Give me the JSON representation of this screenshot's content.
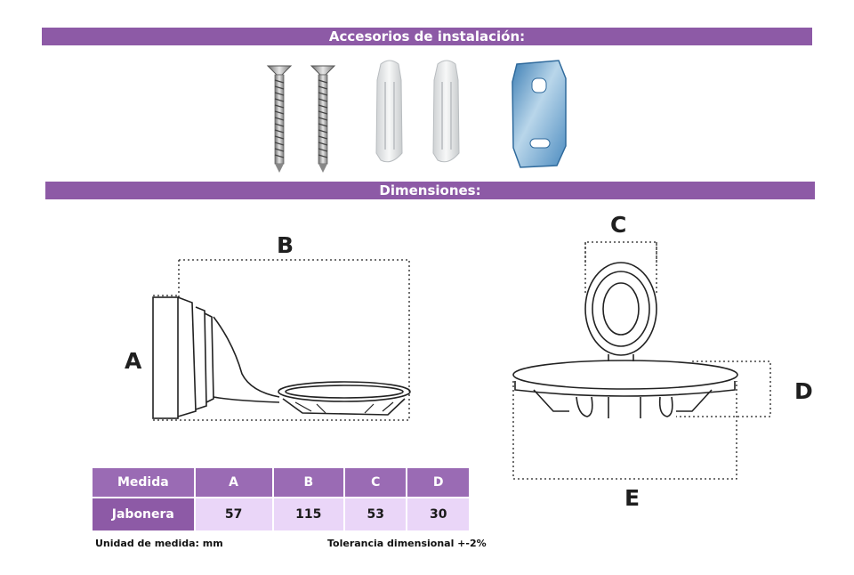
{
  "headers": {
    "accessories": "Accesorios de instalación:",
    "dimensions": "Dimensiones:"
  },
  "dimension_labels": {
    "a": "A",
    "b": "B",
    "c": "C",
    "d": "D",
    "e": "E"
  },
  "table": {
    "columns": [
      "Medida",
      "A",
      "B",
      "C",
      "D"
    ],
    "rows": [
      {
        "label": "Jabonera",
        "values": [
          "57",
          "115",
          "53",
          "30"
        ]
      }
    ]
  },
  "footer": {
    "unit": "Unidad de medida: mm",
    "tolerance": "Tolerancia dimensional +-2%"
  },
  "colors": {
    "banner": "#8d5aa6",
    "header_cell": "#9a6bb4",
    "value_cell": "#ead6f8"
  },
  "icons": [
    "screw-icon",
    "screw-icon",
    "wall-plug-icon",
    "wall-plug-icon",
    "mounting-bracket-icon"
  ]
}
